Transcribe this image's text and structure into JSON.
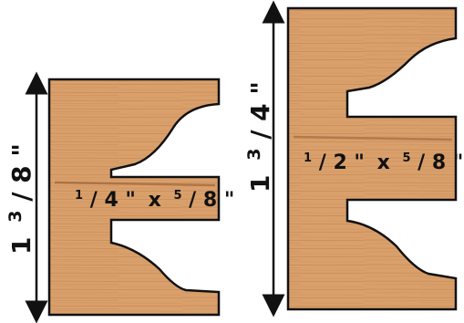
{
  "diagram": {
    "wood_fill": "#d9a06b",
    "wood_grain": "#b97848",
    "wood_dark": "#8f5530",
    "outline": "#111111",
    "small_profile": {
      "height_whole": "1",
      "height_num": "3",
      "height_den": "8",
      "height_unit": "\"",
      "slot_w_num": "1",
      "slot_w_den": "4",
      "slot_w_unit": "\"",
      "times": "x",
      "slot_d_num": "5",
      "slot_d_den": "8",
      "slot_d_unit": "\""
    },
    "large_profile": {
      "height_whole": "1",
      "height_num": "3",
      "height_den": "4",
      "height_unit": "\"",
      "slot_w_num": "1",
      "slot_w_den": "2",
      "slot_w_unit": "\"",
      "times": "x",
      "slot_d_num": "5",
      "slot_d_den": "8",
      "slot_d_unit": "\""
    }
  }
}
